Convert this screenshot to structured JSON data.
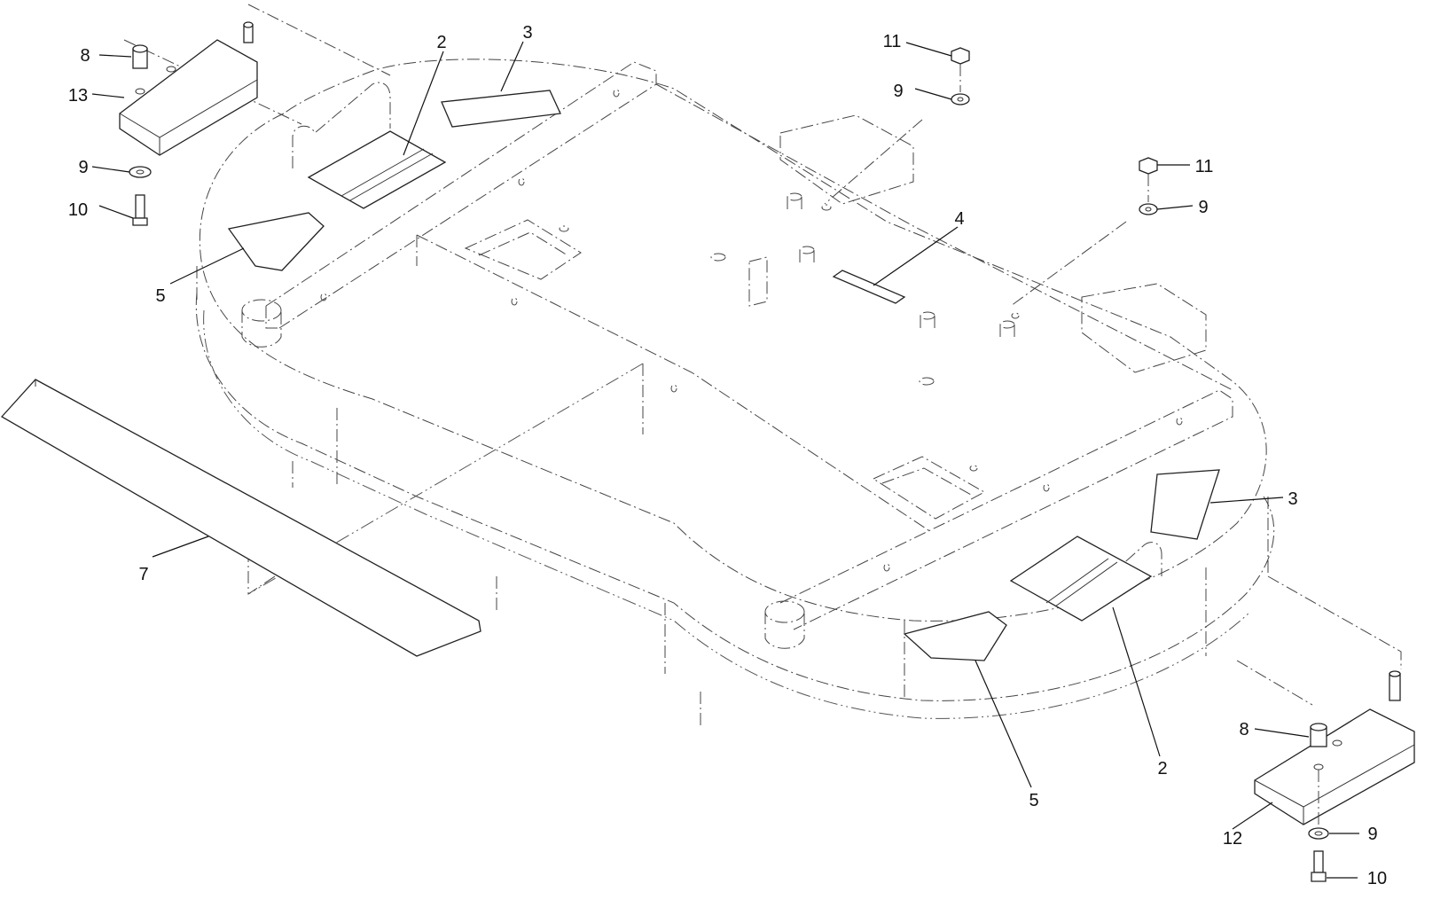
{
  "callouts": {
    "c2a": "2",
    "c3a": "3",
    "c8a": "8",
    "c13": "13",
    "c9a": "9",
    "c10a": "10",
    "c5a": "5",
    "c7": "7",
    "c11a": "11",
    "c9b": "9",
    "c11b": "11",
    "c9c": "9",
    "c4": "4",
    "c3b": "3",
    "c2b": "2",
    "c5b": "5",
    "c8b": "8",
    "c12": "12",
    "c9d": "9",
    "c10b": "10"
  }
}
